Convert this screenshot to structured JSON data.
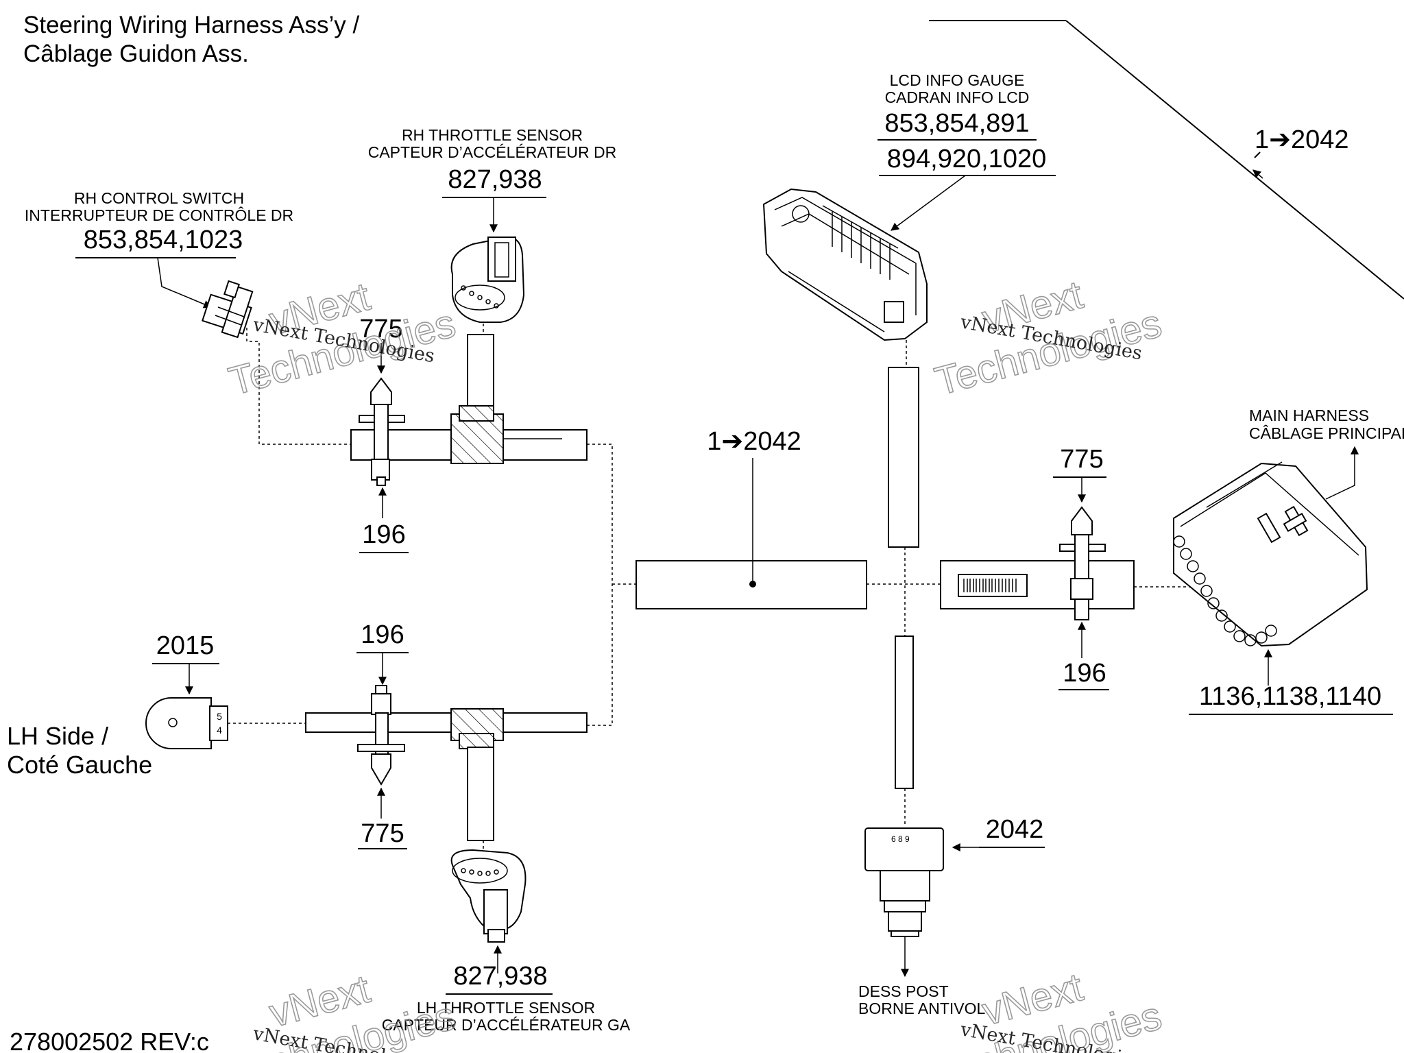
{
  "title": {
    "line1": "Steering Wiring Harness Ass’y /",
    "line2": "Câblage Guidon Ass."
  },
  "doc_number": "278002502 REV:c",
  "side_label": {
    "line1": "LH Side /",
    "line2": "Coté Gauche"
  },
  "watermark": {
    "outline_line1": "vNext",
    "outline_line2": "Technologies",
    "serif": "vNext Technologies"
  },
  "components": {
    "rh_control_switch": {
      "label_en": "RH CONTROL SWITCH",
      "label_fr": "INTERRUPTEUR DE CONTRÔLE DR",
      "parts": "853,854,1023"
    },
    "rh_throttle_sensor": {
      "label_en": "RH THROTTLE SENSOR",
      "label_fr": "CAPTEUR D’ACCÉLÉRATEUR DR",
      "parts": "827,938"
    },
    "lcd_info_gauge": {
      "label_en": "LCD INFO GAUGE",
      "label_fr": "CADRAN INFO LCD",
      "parts_line1": "853,854,891",
      "parts_line2": "894,920,1020"
    },
    "main_harness": {
      "label_en": "MAIN HARNESS",
      "label_fr": "CÂBLAGE PRINCIPAL",
      "parts": "1136,1138,1140"
    },
    "lh_throttle_sensor": {
      "label_en": "LH THROTTLE SENSOR",
      "label_fr": "CAPTEUR D’ACCÉLÉRATEUR GA",
      "parts": "827,938"
    },
    "dess_post": {
      "label_en": "DESS POST",
      "label_fr": "BORNE ANTIVOL",
      "part": "2042"
    },
    "lh_plug": {
      "part": "2015",
      "pin_a": "5",
      "pin_b": "4"
    },
    "harness_center": {
      "callout": "1➔2042"
    },
    "harness_top_right": {
      "callout": "1➔2042"
    },
    "dess_post_face": {
      "marking": "6 8 9"
    }
  },
  "fasteners": {
    "rh_tie_top": "775",
    "rh_clip_bottom": "196",
    "lh_clip_top": "196",
    "lh_tie_bottom": "775",
    "right_tie_top": "775",
    "right_clip_bottom": "196"
  }
}
